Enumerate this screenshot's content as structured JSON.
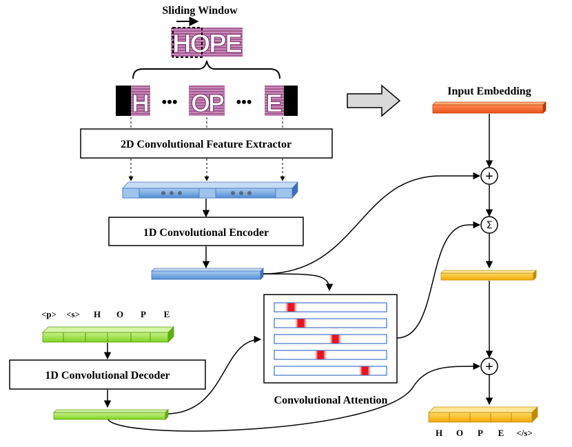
{
  "title": "Sliding Window",
  "word_image": "HOPE",
  "window_crops": [
    "H",
    "OP",
    "E"
  ],
  "ellipsis": "•••",
  "feature_extractor": "2D Convolutional Feature Extractor",
  "encoder": "1D Convolutional Encoder",
  "decoder": "1D Convolutional Decoder",
  "attention": "Convolutional Attention",
  "input_embedding": "Input Embedding",
  "decoder_inputs": [
    "<p>",
    "<s>",
    "H",
    "O",
    "P",
    "E"
  ],
  "outputs": [
    "H",
    "O",
    "P",
    "E",
    "</s>"
  ],
  "plus_symbol": "+",
  "sum_symbol": "Σ",
  "colors": {
    "blue": "#5b9bd5",
    "green": "#92d050",
    "orange": "#f0641e",
    "yellow": "#ffc000",
    "attention_red": "#e8141e",
    "arrow_gray": "#d9d9d9"
  },
  "attention_rows": [
    0.1,
    0.2,
    0.55,
    0.4,
    0.85
  ]
}
